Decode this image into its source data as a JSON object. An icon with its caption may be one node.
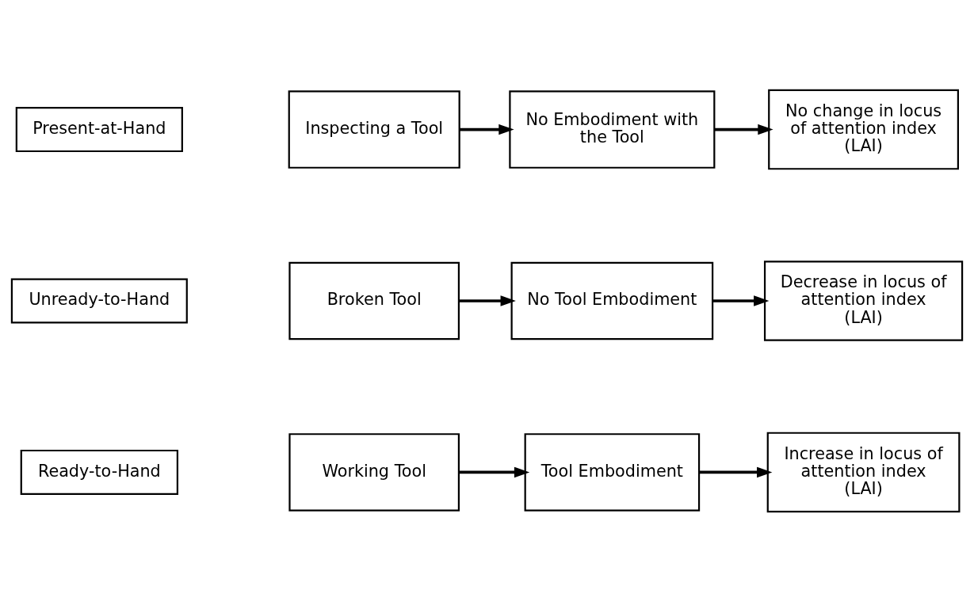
{
  "diagram": {
    "nodes": [
      {
        "text": [
          "Ready-to-Hand"
        ]
      },
      {
        "text": [
          "Working Tool"
        ]
      },
      {
        "text": [
          "Tool Embodiment"
        ]
      },
      {
        "text": [
          "Increase in locus of attention index (LAI)"
        ]
      },
      {
        "text": [
          "Unready-to-Hand"
        ]
      },
      {
        "text": [
          "Broken Tool"
        ]
      },
      {
        "text": [
          "No Tool Embodiment"
        ]
      },
      {
        "text": [
          "Decrease in locus of attention index (LAI)"
        ]
      },
      {
        "text": [
          "Present-at-Hand"
        ]
      },
      {
        "text": [
          "Inspecting a Tool"
        ]
      },
      {
        "text": [
          "No Embodiment with the Tool"
        ]
      },
      {
        "text": [
          "No change in locus of attention index (LAI)"
        ]
      }
    ],
    "edges": [
      {
        "from": 1,
        "to": 2,
        "arrow": "to"
      },
      {
        "from": 2,
        "to": 3,
        "arrow": "to"
      },
      {
        "from": 5,
        "to": 6,
        "arrow": "to"
      },
      {
        "from": 6,
        "to": 7,
        "arrow": "to"
      },
      {
        "from": 9,
        "to": 10,
        "arrow": "to"
      },
      {
        "from": 10,
        "to": 11,
        "arrow": "to"
      }
    ]
  }
}
